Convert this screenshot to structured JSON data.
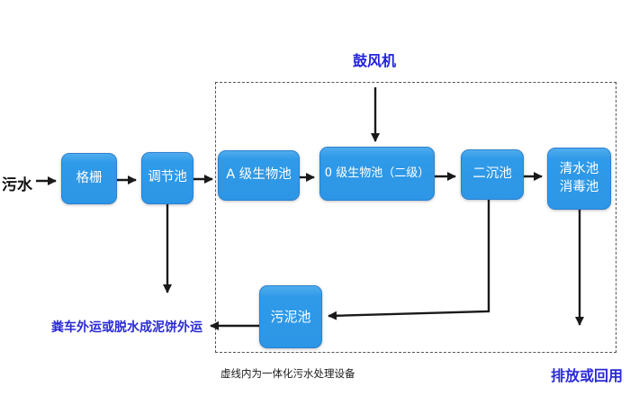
{
  "diagram": {
    "title_caption": "虚线内为一体化污水处理设备",
    "type": "wastewater-treatment-flowchart",
    "colors": {
      "node_fill": "#2e97e7",
      "node_border": "#2b80d0",
      "node_text": "#ffffff",
      "blue_label": "#2a2ad8",
      "black_label": "#111111",
      "arrow": "#1a1a1a",
      "dashed_border": "#555555",
      "background": "#ffffff"
    },
    "nodes": {
      "grid": {
        "label": "格栅"
      },
      "regulating": {
        "label": "调节池"
      },
      "a_bio": {
        "label": "A 级生物池"
      },
      "o_bio": {
        "label": "0 级生物池（二级）"
      },
      "secondary_sed": {
        "label": "二沉池"
      },
      "clear_water": {
        "line1": "清水池",
        "line2": "消毒池"
      },
      "sludge": {
        "label": "污泥池"
      }
    },
    "external_labels": {
      "influent": "污水",
      "blower": "鼓风机",
      "sludge_out": "粪车外运或脱水成泥饼外运",
      "discharge": "排放或回用",
      "caption": "虚线内为一体化污水处理设备"
    },
    "edges": [
      {
        "from": "污水",
        "to": "格栅"
      },
      {
        "from": "格栅",
        "to": "调节池"
      },
      {
        "from": "调节池",
        "to": "A 级生物池"
      },
      {
        "from": "A 级生物池",
        "to": "0 级生物池（二级）"
      },
      {
        "from": "0 级生物池（二级）",
        "to": "二沉池"
      },
      {
        "from": "二沉池",
        "to": "清水池 消毒池"
      },
      {
        "from": "鼓风机",
        "to": "0 级生物池（二级）"
      },
      {
        "from": "调节池",
        "to": "粪车外运或脱水成泥饼外运"
      },
      {
        "from": "二沉池",
        "to": "污泥池"
      },
      {
        "from": "污泥池",
        "to": "粪车外运或脱水成泥饼外运"
      },
      {
        "from": "清水池 消毒池",
        "to": "排放或回用"
      }
    ]
  }
}
